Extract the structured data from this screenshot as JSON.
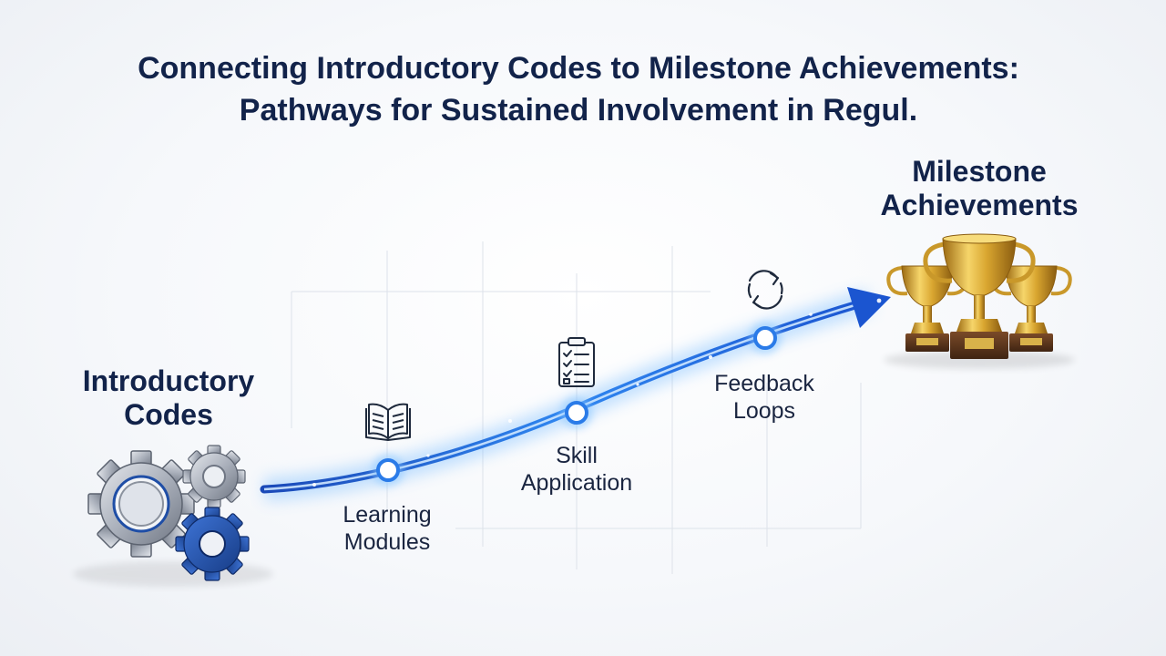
{
  "title": {
    "line1": "Connecting Introductory Codes to Milestone Achievements:",
    "line2": "Pathways for Sustained Involvement in Regul."
  },
  "start": {
    "line1": "Introductory",
    "line2": "Codes",
    "icon": "gears-icon"
  },
  "end": {
    "line1": "Milestone",
    "line2": "Achievements",
    "icon": "trophies-icon"
  },
  "steps": [
    {
      "line1": "Learning",
      "line2": "Modules",
      "icon": "open-book-icon"
    },
    {
      "line1": "Skill",
      "line2": "Application",
      "icon": "checklist-clipboard-icon"
    },
    {
      "line1": "Feedback",
      "line2": "Loops",
      "icon": "cycle-arrows-icon"
    }
  ],
  "colors": {
    "title": "#12234a",
    "path": "#1f6fe0",
    "glow": "#6fb6ff",
    "gear_blue": "#1f4ea6",
    "gold": "#d4a62a"
  }
}
